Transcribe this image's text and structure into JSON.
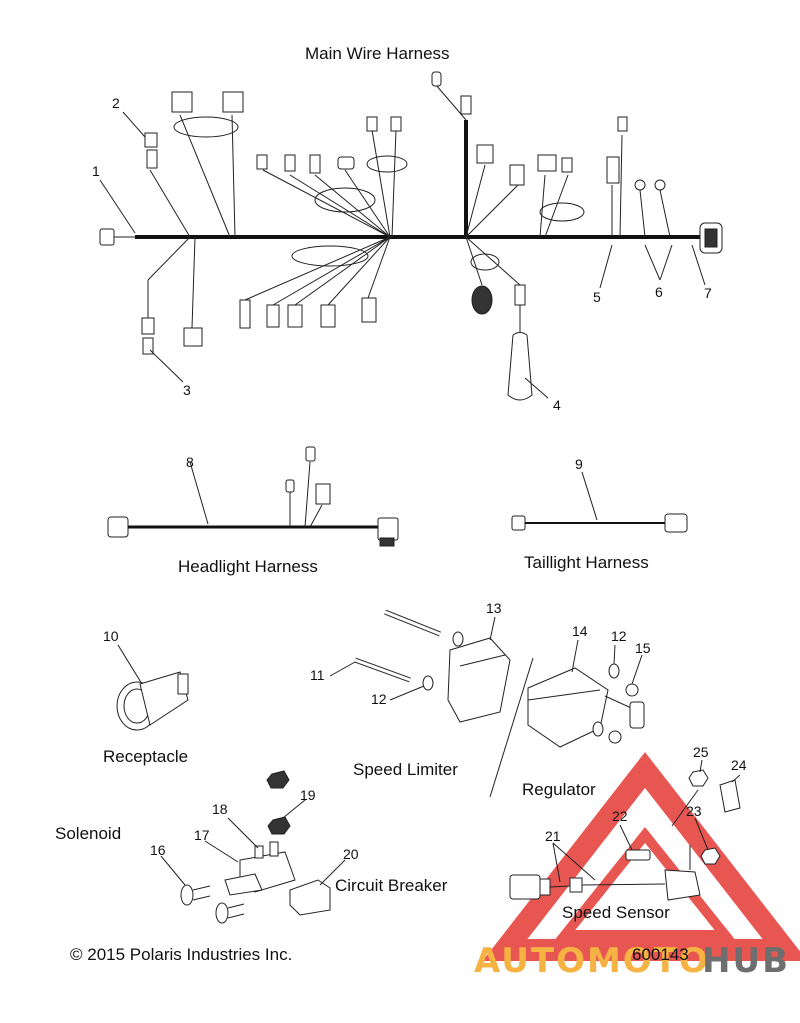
{
  "sections": {
    "main_harness": "Main Wire Harness",
    "headlight_harness": "Headlight Harness",
    "taillight_harness": "Taillight Harness",
    "receptacle": "Receptacle",
    "speed_limiter": "Speed Limiter",
    "regulator": "Regulator",
    "solenoid": "Solenoid",
    "circuit_breaker": "Circuit Breaker",
    "speed_sensor": "Speed Sensor"
  },
  "callouts": {
    "c1": "1",
    "c2": "2",
    "c3": "3",
    "c4": "4",
    "c5": "5",
    "c6": "6",
    "c7": "7",
    "c8": "8",
    "c9": "9",
    "c10": "10",
    "c11": "11",
    "c12a": "12",
    "c12b": "12",
    "c13": "13",
    "c14": "14",
    "c15": "15",
    "c16": "16",
    "c17": "17",
    "c18": "18",
    "c19": "19",
    "c20": "20",
    "c21": "21",
    "c22": "22",
    "c23": "23",
    "c24": "24",
    "c25": "25"
  },
  "footer": {
    "copyright": "© 2015 Polaris Industries Inc.",
    "diagram_number": "600143"
  },
  "watermark": {
    "text_part1": "AUTOMOTO",
    "text_part2": "HUB",
    "color_primary": "#e53935",
    "color_secondary": "#f5a623",
    "color_tertiary": "#555555"
  }
}
